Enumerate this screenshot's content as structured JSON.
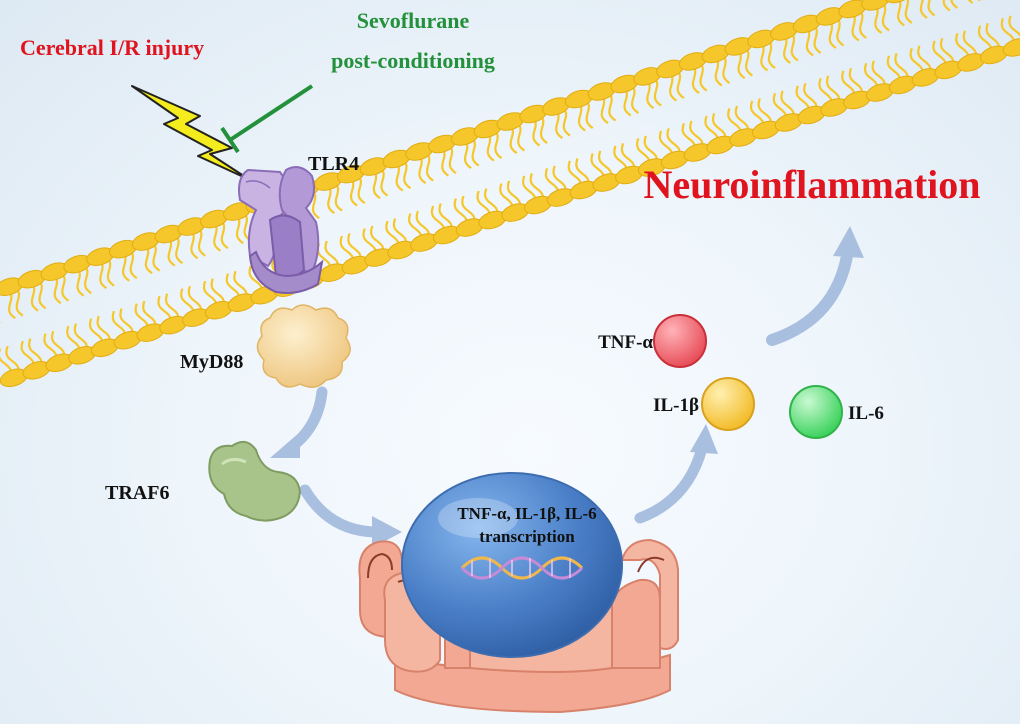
{
  "labels": {
    "stimulus": "Cerebral I/R injury",
    "treatment_line1": "Sevoflurane",
    "treatment_line2": "post-conditioning",
    "receptor": "TLR4",
    "adaptor": "MyD88",
    "traf": "TRAF6",
    "transcription_line1": "TNF-α, IL-1β, IL-6",
    "transcription_line2": "transcription",
    "outcome": "Neuroinflammation"
  },
  "cytokines": [
    {
      "name": "TNF-α",
      "color": "#e8505b"
    },
    {
      "name": "IL-1β",
      "color": "#f7c948"
    },
    {
      "name": "IL-6",
      "color": "#5fe07a"
    }
  ],
  "colors": {
    "alert_red": "#e0141e",
    "treatment_green": "#23913b",
    "membrane_yellow": "#f5c72a",
    "receptor_purple": "#a48bc9",
    "myd88_tan": "#f4d69a",
    "traf6_green": "#a9c48a",
    "nucleus_blue": "#4a7fc7",
    "er_pink": "#f2a892",
    "arrow_blue": "#a9bfe0"
  },
  "icons": {
    "injury": "lightning-bolt-icon",
    "inhibition": "inhibition-tbar-icon",
    "gene": "dna-helix-icon"
  }
}
